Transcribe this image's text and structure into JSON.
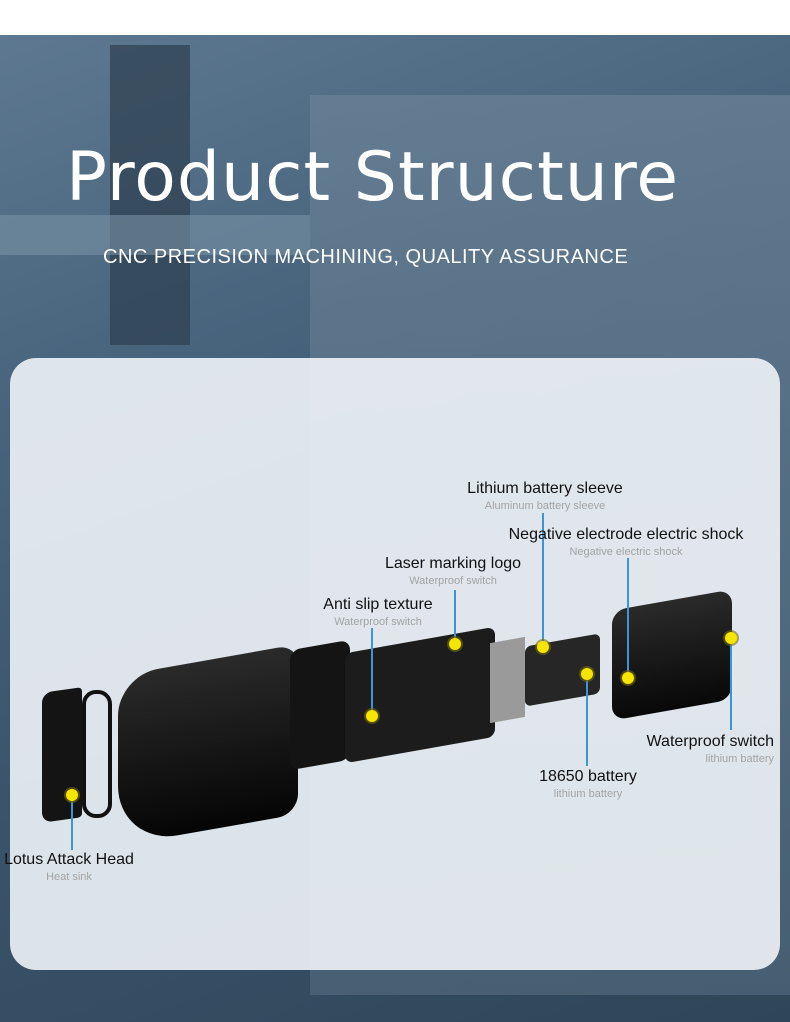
{
  "header": {
    "title": "Product Structure",
    "subtitle": "CNC PRECISION MACHINING, QUALITY ASSURANCE"
  },
  "labels": [
    {
      "name": "Lithium battery sleeve",
      "desc": "Aluminum battery sleeve"
    },
    {
      "name": "Negative electrode electric shock",
      "desc": "Negative electric shock"
    },
    {
      "name": "Laser marking logo",
      "desc": "Waterproof switch"
    },
    {
      "name": "Anti slip texture",
      "desc": "Waterproof switch"
    },
    {
      "name": "Waterproof switch",
      "desc": "lithium battery"
    },
    {
      "name": "18650 battery",
      "desc": "lithium battery"
    },
    {
      "name": "Lotus Attack Head",
      "desc": "Heat sink"
    }
  ],
  "colors": {
    "marker": "#f5e500",
    "leader": "#3b95d9"
  }
}
